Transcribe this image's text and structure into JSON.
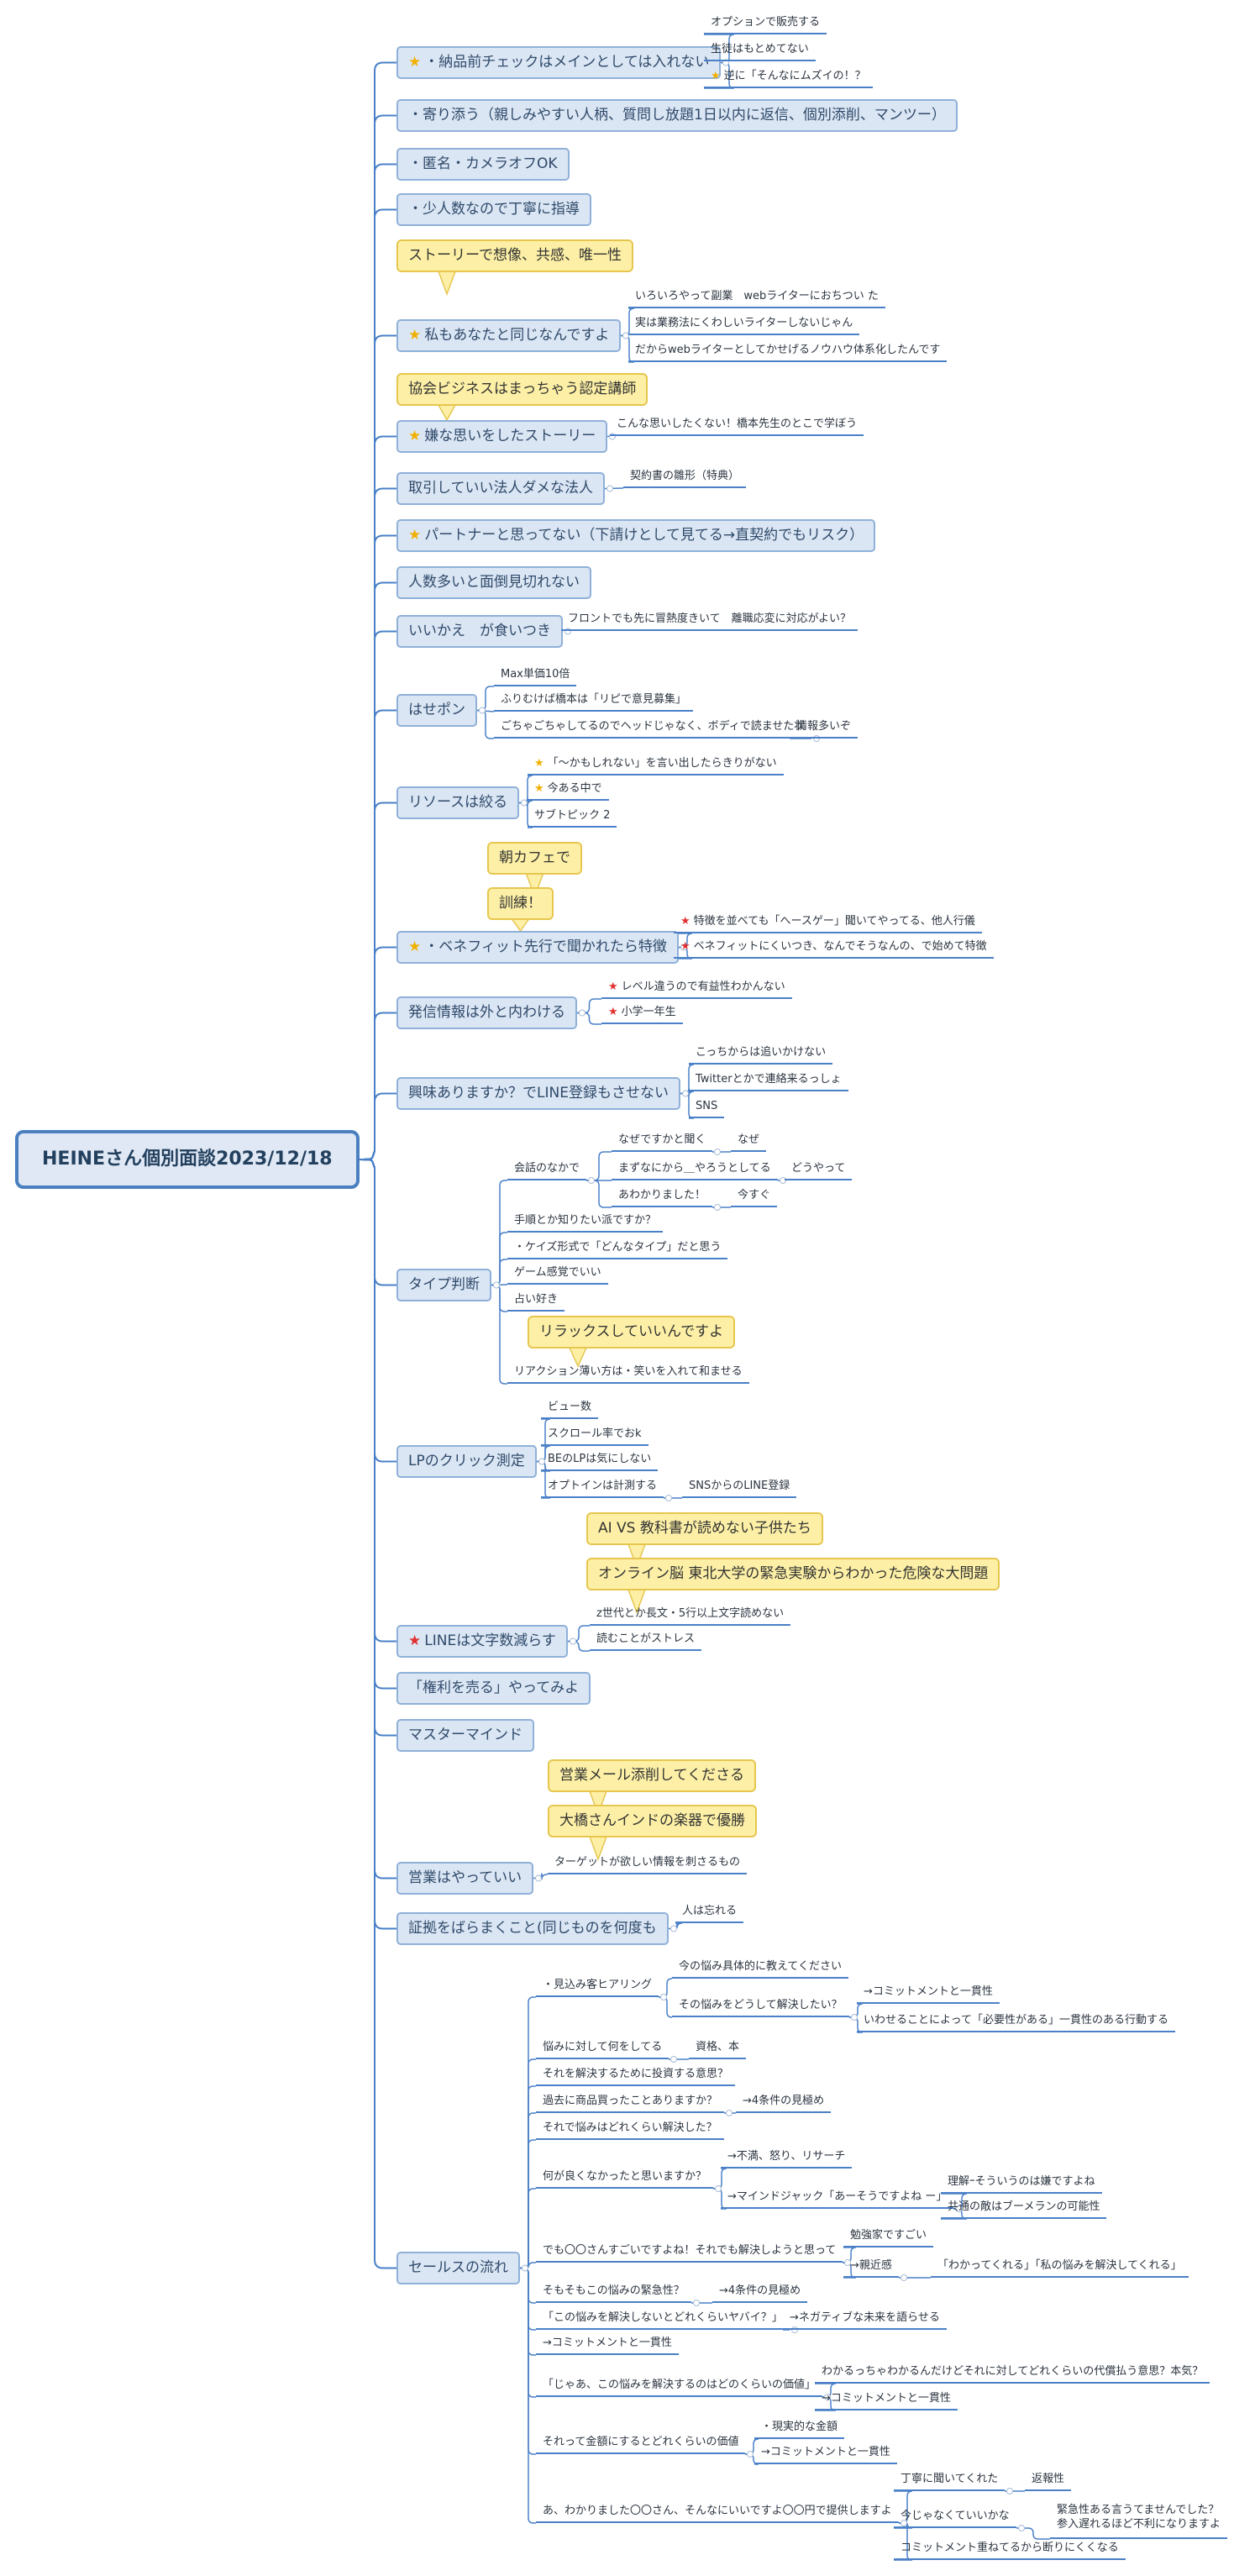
{
  "colors": {
    "line": "#4a80c8",
    "accent_gold": "#f0b000",
    "accent_red": "#e03030"
  },
  "root": {
    "label": "HEINEさん個別面談2023/12/18"
  },
  "nodes": [
    {
      "id": "b1",
      "type": "main",
      "star": "gold",
      "label": "・納品前チェックはメインとしては入れない"
    },
    {
      "id": "b1a",
      "type": "sub",
      "label": "オプションで販売する"
    },
    {
      "id": "b1b",
      "type": "sub",
      "label": "生徒はもとめてない"
    },
    {
      "id": "b1c",
      "type": "sub",
      "star": "gold",
      "label": "逆に「そんなにムズイの！？"
    },
    {
      "id": "b2",
      "type": "main",
      "label": "・寄り添う（親しみやすい人柄、質問し放題1日以内に返信、個別添削、マンツー）"
    },
    {
      "id": "b3",
      "type": "main",
      "label": "・匿名・カメラオフOK"
    },
    {
      "id": "b4",
      "type": "main",
      "label": "・少人数なので丁寧に指導"
    },
    {
      "id": "c1",
      "type": "callout",
      "label": "ストーリーで想像、共感、唯一性"
    },
    {
      "id": "b5",
      "type": "main",
      "star": "gold",
      "label": "私もあなたと同じなんですよ"
    },
    {
      "id": "b5a",
      "type": "sub",
      "label": "いろいろやって副業　webライターにおちつい た"
    },
    {
      "id": "b5b",
      "type": "sub",
      "label": "実は業務法にくわしいライターしないじゃん"
    },
    {
      "id": "b5c",
      "type": "sub",
      "label": "だからwebライターとしてかせげるノウハウ体系化したんです"
    },
    {
      "id": "c2",
      "type": "callout",
      "label": "協会ビジネスはまっちゃう認定講師"
    },
    {
      "id": "b6",
      "type": "main",
      "star": "gold",
      "label": "嫌な思いをしたストーリー"
    },
    {
      "id": "b6a",
      "type": "sub",
      "label": "こんな思いしたくない！橋本先生のとこで学ぼう"
    },
    {
      "id": "b7",
      "type": "main",
      "label": "取引していい法人ダメな法人"
    },
    {
      "id": "b7a",
      "type": "sub",
      "label": "契約書の雛形（特典）"
    },
    {
      "id": "b8",
      "type": "main",
      "star": "gold",
      "label": "パートナーと思ってない（下請けとして見てる→直契約でもリスク）"
    },
    {
      "id": "b9",
      "type": "main",
      "label": "人数多いと面倒見切れない"
    },
    {
      "id": "b10",
      "type": "main",
      "label": "いいかえ　が食いつき"
    },
    {
      "id": "b10a",
      "type": "sub",
      "label": "フロントでも先に冒熱度きいて　離職応変に対応がよい？"
    },
    {
      "id": "b11",
      "type": "main",
      "label": "はせポン"
    },
    {
      "id": "b11a",
      "type": "sub",
      "label": "Max単価10倍"
    },
    {
      "id": "b11b",
      "type": "sub",
      "label": "ふりむけば橋本は「リピで意見募集」"
    },
    {
      "id": "b11c",
      "type": "sub",
      "label": "ごちゃごちゃしてるのでヘッドじゃなく、ボディで読ませた状"
    },
    {
      "id": "b11c1",
      "type": "sub",
      "label": "情報多いぞ"
    },
    {
      "id": "b12",
      "type": "main",
      "label": "リソースは絞る"
    },
    {
      "id": "b12a",
      "type": "sub",
      "star": "gold",
      "label": "「〜かもしれない」を言い出したらきりがない"
    },
    {
      "id": "b12b",
      "type": "sub",
      "star": "gold",
      "label": "今ある中で"
    },
    {
      "id": "b12c",
      "type": "sub",
      "label": "サブトピック 2"
    },
    {
      "id": "c3",
      "type": "callout",
      "label": "朝カフェで"
    },
    {
      "id": "c4",
      "type": "callout",
      "label": "訓練！"
    },
    {
      "id": "b13",
      "type": "main",
      "star": "gold",
      "label": "・ベネフィット先行で聞かれたら特徴"
    },
    {
      "id": "b13a",
      "type": "sub",
      "star": "red",
      "label": "特徴を並べても「へースゲー」聞いてやってる、他人行儀"
    },
    {
      "id": "b13b",
      "type": "sub",
      "star": "red",
      "label": "ベネフィットにくいつき、なんでそうなんの、で始めて特徴"
    },
    {
      "id": "b14",
      "type": "main",
      "label": "発信情報は外と内わける"
    },
    {
      "id": "b14a",
      "type": "sub",
      "star": "red",
      "label": "レベル違うので有益性わかんない"
    },
    {
      "id": "b14b",
      "type": "sub",
      "star": "red",
      "label": "小学一年生"
    },
    {
      "id": "b15",
      "type": "main",
      "label": "興味ありますか？でLINE登録もさせない"
    },
    {
      "id": "b15a",
      "type": "sub",
      "label": "こっちからは追いかけない"
    },
    {
      "id": "b15b",
      "type": "sub",
      "label": "Twitterとかで連絡来るっしょ"
    },
    {
      "id": "b15c",
      "type": "sub",
      "label": "SNS"
    },
    {
      "id": "b16",
      "type": "main",
      "label": "タイプ判断"
    },
    {
      "id": "b16a",
      "type": "sub",
      "label": "会話のなかで"
    },
    {
      "id": "b16a1",
      "type": "sub",
      "label": "なぜですかと聞く"
    },
    {
      "id": "b16a1x",
      "type": "sub",
      "label": "なぜ"
    },
    {
      "id": "b16a2",
      "type": "sub",
      "label": "まずなにから＿やろうとしてる"
    },
    {
      "id": "b16a2x",
      "type": "sub",
      "label": "どうやって"
    },
    {
      "id": "b16a3",
      "type": "sub",
      "label": "あわかりました！"
    },
    {
      "id": "b16a3x",
      "type": "sub",
      "label": "今すぐ"
    },
    {
      "id": "b16b",
      "type": "sub",
      "label": "手順とか知りたい派ですか？"
    },
    {
      "id": "b16c",
      "type": "sub",
      "label": "・ケイズ形式で「どんなタイプ」だと思う"
    },
    {
      "id": "b16d",
      "type": "sub",
      "label": "ゲーム感覚でいい"
    },
    {
      "id": "b16e",
      "type": "sub",
      "label": "占い好き"
    },
    {
      "id": "c5",
      "type": "callout",
      "label": "リラックスしていいんですよ"
    },
    {
      "id": "b16f",
      "type": "sub",
      "label": "リアクション薄い方は・笑いを入れて和ませる"
    },
    {
      "id": "b17",
      "type": "main",
      "label": "LPのクリック測定"
    },
    {
      "id": "b17a",
      "type": "sub",
      "label": "ビュー数"
    },
    {
      "id": "b17b",
      "type": "sub",
      "label": "スクロール率でおk"
    },
    {
      "id": "b17c",
      "type": "sub",
      "label": "BEのLPは気にしない"
    },
    {
      "id": "b17d",
      "type": "sub",
      "label": "オプトインは計測する"
    },
    {
      "id": "b17d1",
      "type": "sub",
      "label": "SNSからのLINE登録"
    },
    {
      "id": "c6",
      "type": "callout",
      "label": "AI VS 教科書が読めない子供たち"
    },
    {
      "id": "c7",
      "type": "callout",
      "label": "オンライン脳 東北大学の緊急実験からわかった危険な大問題"
    },
    {
      "id": "b18",
      "type": "main",
      "star": "red",
      "label": "LINEは文字数減らす"
    },
    {
      "id": "b18a",
      "type": "sub",
      "label": "z世代とか長文・5行以上文字読めない"
    },
    {
      "id": "b18b",
      "type": "sub",
      "label": "読むことがストレス"
    },
    {
      "id": "b19",
      "type": "main",
      "label": "「権利を売る」やってみよ"
    },
    {
      "id": "b20",
      "type": "main",
      "label": "マスターマインド"
    },
    {
      "id": "c8",
      "type": "callout",
      "label": "営業メール添削してくださる"
    },
    {
      "id": "c9",
      "type": "callout",
      "label": "大橋さんインドの楽器で優勝"
    },
    {
      "id": "b21",
      "type": "main",
      "label": "営業はやっていい"
    },
    {
      "id": "b21a",
      "type": "sub",
      "label": "ターゲットが欲しい情報を刺さるもの"
    },
    {
      "id": "b22",
      "type": "main",
      "label": "証拠をばらまくこと(同じものを何度も"
    },
    {
      "id": "b22a",
      "type": "sub",
      "label": "人は忘れる"
    },
    {
      "id": "b23",
      "type": "main",
      "label": "セールスの流れ"
    },
    {
      "id": "s1",
      "type": "sub",
      "label": "・見込み客ヒアリング"
    },
    {
      "id": "s1a",
      "type": "sub",
      "label": "今の悩み具体的に教えてください"
    },
    {
      "id": "s1b",
      "type": "sub",
      "label": "その悩みをどうして解決したい？"
    },
    {
      "id": "s1b1",
      "type": "sub",
      "label": "→コミットメントと一貫性"
    },
    {
      "id": "s1b2",
      "type": "sub",
      "label": "いわせることによって「必要性がある」一貫性のある行動する"
    },
    {
      "id": "s2",
      "type": "sub",
      "label": "悩みに対して何をしてる"
    },
    {
      "id": "s2x",
      "type": "sub",
      "label": "資格、本"
    },
    {
      "id": "s3",
      "type": "sub",
      "label": "それを解決するために投資する意思？"
    },
    {
      "id": "s4",
      "type": "sub",
      "label": "過去に商品買ったことありますか？"
    },
    {
      "id": "s4x",
      "type": "sub",
      "label": "→4条件の見極め"
    },
    {
      "id": "s5",
      "type": "sub",
      "label": "それで悩みはどれくらい解決した？"
    },
    {
      "id": "s6",
      "type": "sub",
      "label": "何が良くなかったと思いますか？"
    },
    {
      "id": "s6a",
      "type": "sub",
      "label": "→不満、怒り、リサーチ"
    },
    {
      "id": "s6b",
      "type": "sub",
      "label": "→マインドジャック「あーそうですよね ー」"
    },
    {
      "id": "s6b1",
      "type": "sub",
      "label": "理解ｰそういうのは嫌ですよね"
    },
    {
      "id": "s6b2",
      "type": "sub",
      "label": "共通の敵はブーメランの可能性"
    },
    {
      "id": "s7",
      "type": "sub",
      "label": "でも〇〇さんすごいですよね！それでも解決しようと思って"
    },
    {
      "id": "s7a",
      "type": "sub",
      "label": "勉強家ですごい"
    },
    {
      "id": "s7b",
      "type": "sub",
      "label": "→親近感"
    },
    {
      "id": "s7b1",
      "type": "sub",
      "label": "「わかってくれる」「私の悩みを解決してくれる」"
    },
    {
      "id": "s8",
      "type": "sub",
      "label": "そもそもこの悩みの緊急性？"
    },
    {
      "id": "s8x",
      "type": "sub",
      "label": "→4条件の見極め"
    },
    {
      "id": "s9",
      "type": "sub",
      "label": "「この悩みを解決しないとどれくらいヤバイ？」"
    },
    {
      "id": "s9x",
      "type": "sub",
      "label": "→ネガティブな未来を語らせる"
    },
    {
      "id": "s10",
      "type": "sub",
      "label": "→コミットメントと一貫性"
    },
    {
      "id": "s11",
      "type": "sub",
      "label": "「じゃあ、この悩みを解決するのはどのくらいの価値」"
    },
    {
      "id": "s11a",
      "type": "sub",
      "label": "わかるっちゃわかるんだけどそれに対してどれくらいの代償払う意思？本気？"
    },
    {
      "id": "s11b",
      "type": "sub",
      "label": "→コミットメントと一貫性"
    },
    {
      "id": "s12",
      "type": "sub",
      "label": "それって金額にするとどれくらいの価値"
    },
    {
      "id": "s12a",
      "type": "sub",
      "label": "・現実的な金額"
    },
    {
      "id": "s12b",
      "type": "sub",
      "label": "→コミットメントと一貫性"
    },
    {
      "id": "s13",
      "type": "sub",
      "label": "あ、わかりました〇〇さん、そんなにいいですよ〇〇円で提供しますよ"
    },
    {
      "id": "s13a",
      "type": "sub",
      "label": "丁寧に聞いてくれた"
    },
    {
      "id": "s13ax",
      "type": "sub",
      "label": "返報性"
    },
    {
      "id": "s13b",
      "type": "sub",
      "label": "今じゃなくていいかな"
    },
    {
      "id": "s13bx",
      "type": "sub",
      "label": "緊急性ある言うてませんでした？\n参入遅れるほど不利になりますよ"
    },
    {
      "id": "s13c",
      "type": "sub",
      "label": "コミットメント重ねてるから断りにくくなる"
    }
  ]
}
